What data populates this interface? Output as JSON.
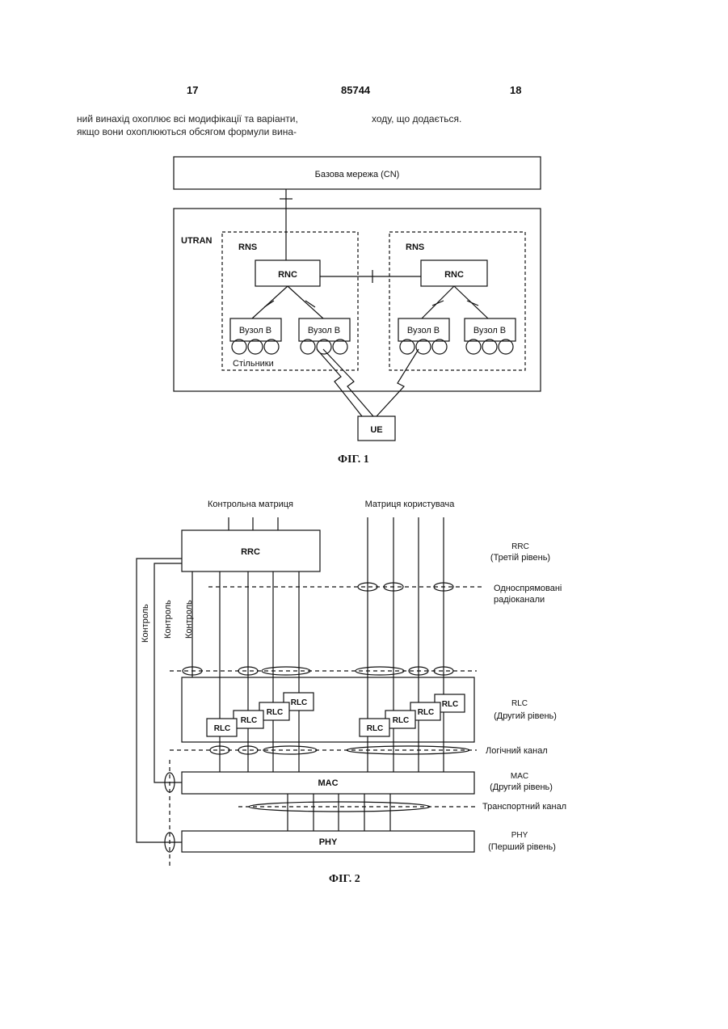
{
  "header": {
    "page_left": "17",
    "patent_number": "85744",
    "page_right": "18"
  },
  "body_text": {
    "left_line1": "ний винахід охоплює всі модифікації та варіанти,",
    "left_line2": "якщо вони охоплюються обсягом формули вина-",
    "right_line1": "ходу, що додається."
  },
  "fig1": {
    "core_network": "Базова мережа  (CN)",
    "utran": "UTRAN",
    "rns_left": "RNS",
    "rns_right": "RNS",
    "rnc_left": "RNC",
    "rnc_right": "RNC",
    "node_b": [
      "Вузол В",
      "Вузол В",
      "Вузол В",
      "Вузол В"
    ],
    "cells": "Стільники",
    "ue": "UE",
    "caption": "ФІГ. 1"
  },
  "fig2": {
    "control_plane": "Контрольна матриця",
    "user_plane": "Матриця користувача",
    "rrc_block": "RRC",
    "control_labels": [
      "Контроль",
      "Контроль",
      "Контроль"
    ],
    "rlc_left": [
      "RLC",
      "RLC",
      "RLC",
      "RLC"
    ],
    "rlc_right": [
      "RLC",
      "RLC",
      "RLC",
      "RLC"
    ],
    "mac_block": "MAC",
    "phy_block": "PHY",
    "rrc_label": "RRC",
    "rrc_layer": "(Третій рівень)",
    "radio_bearers_1": "Односпрямовані",
    "radio_bearers_2": "радіоканали",
    "rlc_label": "RLC",
    "rlc_layer": "(Другий рівень)",
    "logical_channel": "Логічний канал",
    "mac_label": "MAC",
    "mac_layer": "(Другий рівень)",
    "transport_channel": "Транспортний канал",
    "phy_label": "PHY",
    "phy_layer": "(Перший рівень)",
    "caption": "ФІГ. 2"
  }
}
